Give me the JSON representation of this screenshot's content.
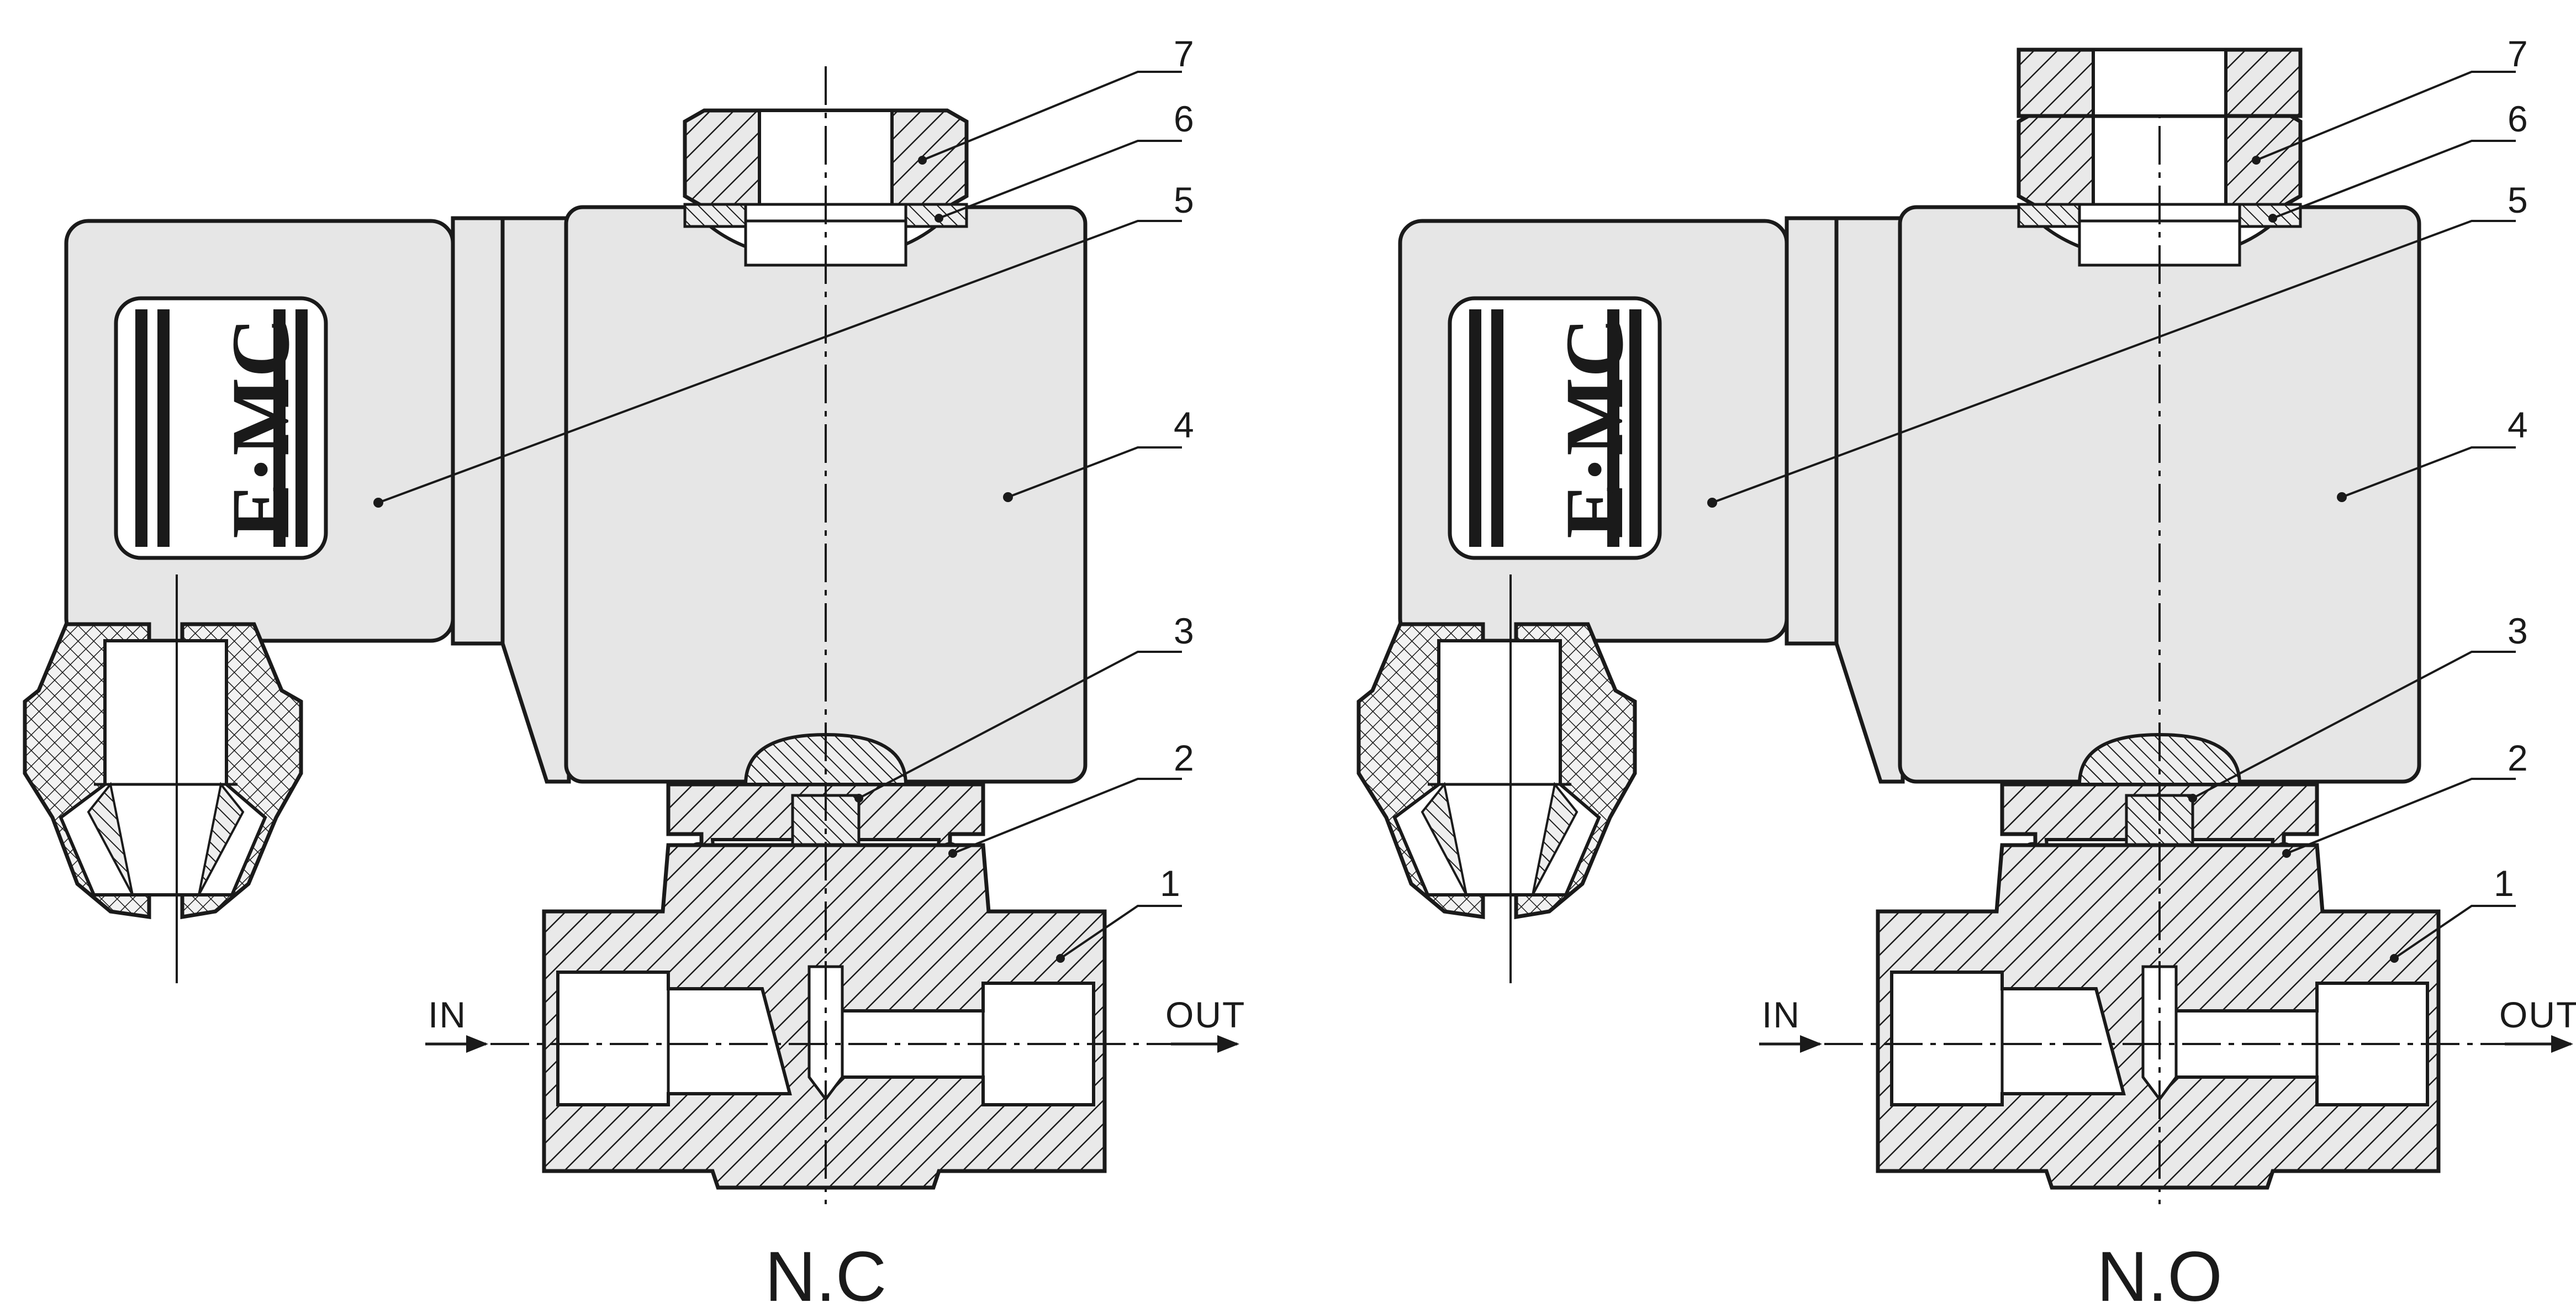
{
  "diagrams": [
    {
      "caption": "N.C",
      "logo": "E·MC",
      "callouts": [
        "1",
        "2",
        "3",
        "4",
        "5",
        "6",
        "7"
      ],
      "inlet_label": "IN",
      "outlet_label": "OUT"
    },
    {
      "caption": "N.O",
      "logo": "E·MC",
      "callouts": [
        "1",
        "2",
        "3",
        "4",
        "5",
        "6",
        "7"
      ],
      "inlet_label": "IN",
      "outlet_label": "OUT"
    }
  ],
  "colors": {
    "coil_fill": "#e6e6e6",
    "line": "#1a1a1a",
    "background": "#ffffff"
  }
}
